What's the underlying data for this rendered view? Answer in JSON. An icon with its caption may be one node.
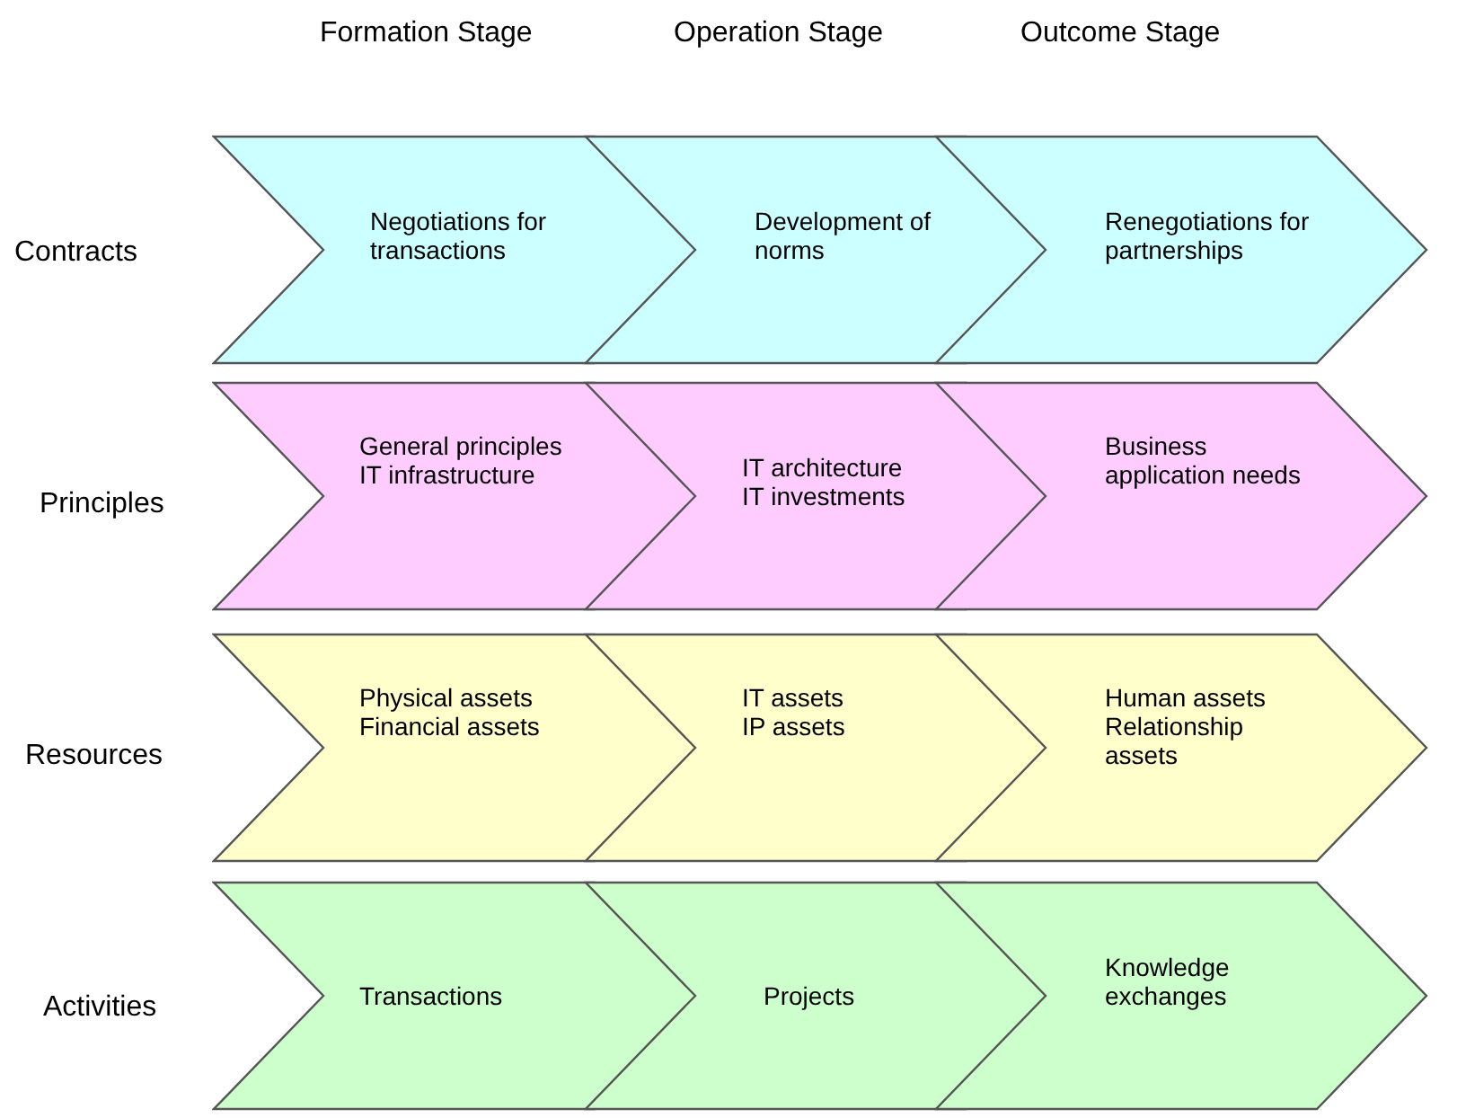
{
  "diagram": {
    "nodes": [
      {
        "text": [
          "Negotiations for transactions"
        ]
      },
      {
        "text": [
          "Development of norms"
        ]
      },
      {
        "text": [
          "Renegotiations for partnerships"
        ]
      },
      {
        "text": [
          "General principles",
          "IT infrastructure"
        ]
      },
      {
        "text": [
          "IT architecture",
          "IT investments"
        ]
      },
      {
        "text": [
          "Business application needs"
        ]
      },
      {
        "text": [
          "Physical assets",
          "Financial assets"
        ]
      },
      {
        "text": [
          "IT assets",
          "IP assets"
        ]
      },
      {
        "text": [
          "Human assets",
          "Relationship assets"
        ]
      },
      {
        "text": [
          "Transactions"
        ]
      },
      {
        "text": [
          "Projects"
        ]
      },
      {
        "text": [
          "Knowledge exchanges"
        ]
      }
    ],
    "edges": [],
    "labels": [
      "Formation Stage",
      "Operation Stage",
      "Outcome Stage",
      "Contracts",
      "Principles",
      "Resources",
      "Activities"
    ]
  }
}
